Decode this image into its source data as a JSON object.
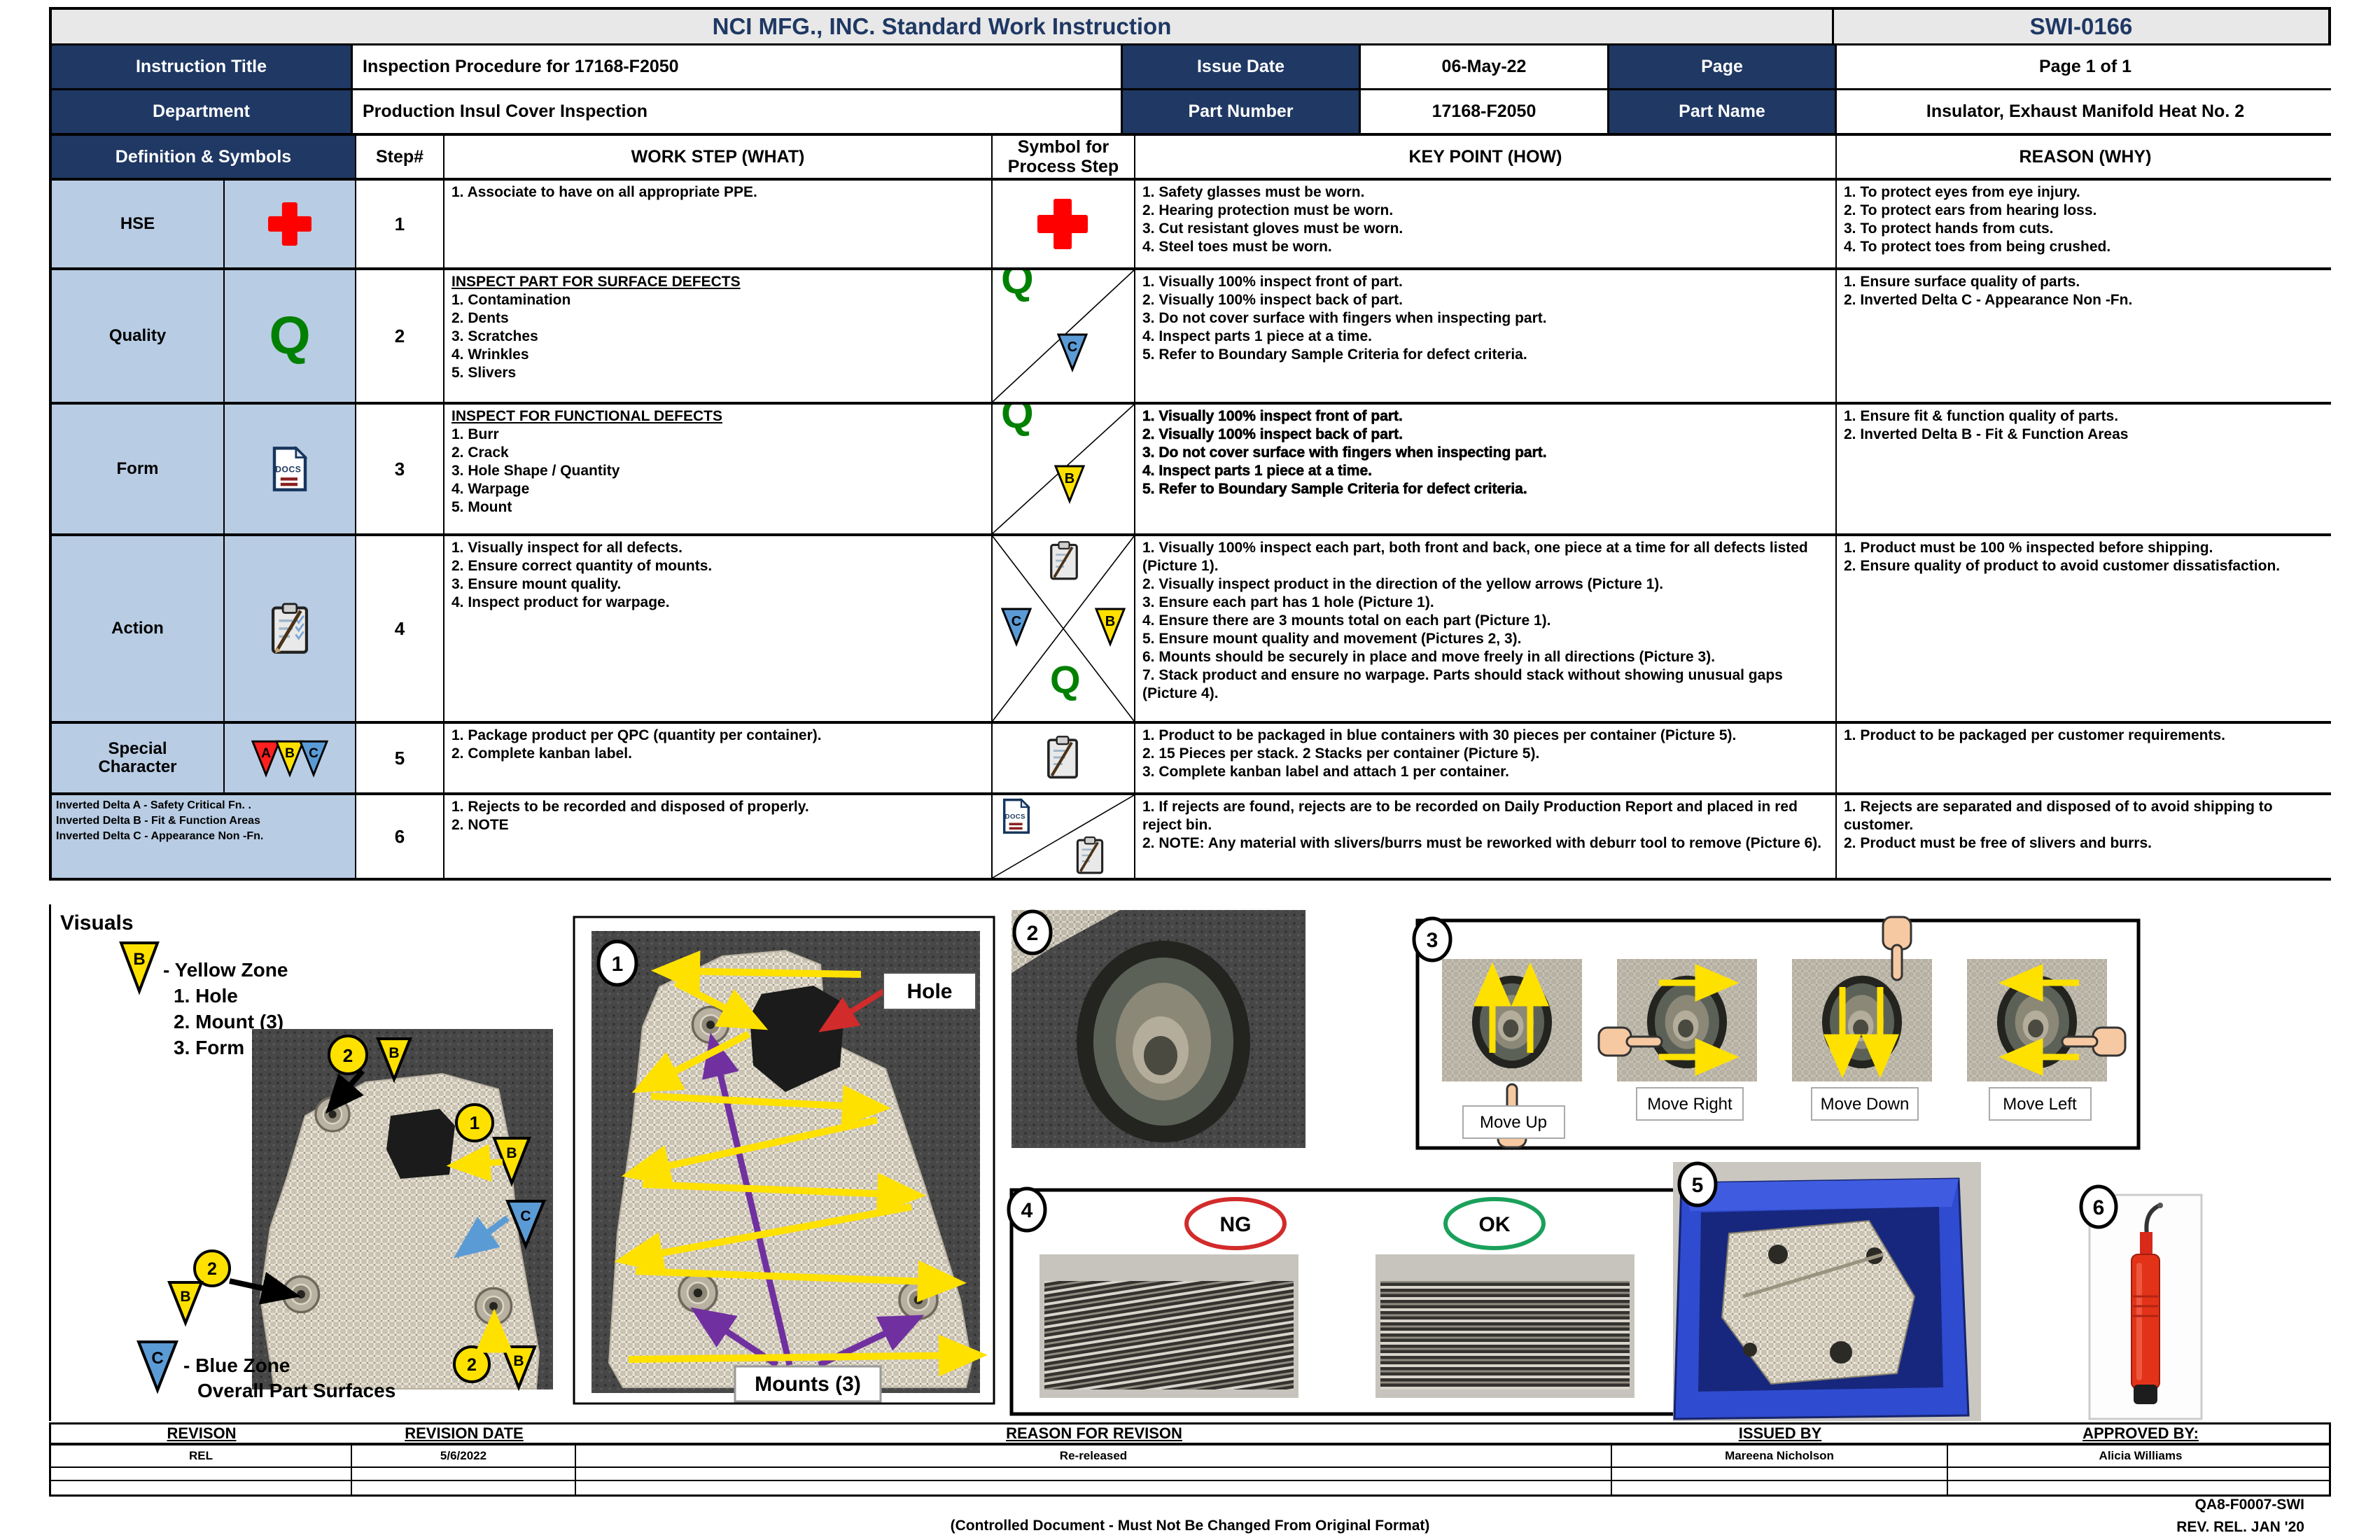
{
  "colors": {
    "navy": "#1F3864",
    "light_blue": "#B8CCE4",
    "red_cross": "#FF0000",
    "q_green": "#008000",
    "delta_yellow": "#FFE100",
    "delta_blue": "#5B9BD5",
    "delta_red": "#FF2020",
    "arrow_purple": "#7030A0",
    "ng_red": "#D22B2B",
    "ok_green": "#1BA05B",
    "container_blue": "#2F4BD0"
  },
  "doc": {
    "title": "NCI MFG., INC. Standard Work Instruction",
    "doc_number": "SWI-0166",
    "instruction_title_label": "Instruction Title",
    "instruction_title": "Inspection Procedure for 17168-F2050",
    "issue_date_label": "Issue Date",
    "issue_date": "06-May-22",
    "page_label": "Page",
    "page": "Page 1 of 1",
    "department_label": "Department",
    "department": "Production Insul Cover Inspection",
    "part_number_label": "Part Number",
    "part_number": "17168-F2050",
    "part_name_label": "Part Name",
    "part_name": "Insulator, Exhaust Manifold Heat No. 2"
  },
  "table": {
    "headers": {
      "definition": "Definition & Symbols",
      "step": "Step#",
      "work": "WORK STEP (WHAT)",
      "symbol_line1": "Symbol for",
      "symbol_line2": "Process Step",
      "key": "KEY POINT (HOW)",
      "reason": "REASON (WHY)"
    },
    "rows": [
      {
        "category": "HSE",
        "step": "1",
        "work_items": [
          "1. Associate to have on all appropriate PPE."
        ],
        "key_points": [
          "1. Safety glasses must be worn.",
          "2. Hearing protection must be worn.",
          "3. Cut resistant gloves must be worn.",
          "4. Steel toes must be worn."
        ],
        "reasons": [
          "1. To protect eyes from eye injury.",
          "2. To protect ears from hearing loss.",
          "3. To protect hands from cuts.",
          "4. To protect toes from being crushed."
        ]
      },
      {
        "category": "Quality",
        "step": "2",
        "work_title": "INSPECT PART FOR SURFACE DEFECTS",
        "work_items": [
          "1. Contamination",
          "2. Dents",
          "3. Scratches",
          "4. Wrinkles",
          "5. Slivers"
        ],
        "key_points": [
          "1. Visually 100% inspect front of part.",
          "2. Visually 100% inspect back of part.",
          "3. Do not cover surface with fingers when inspecting part.",
          "4. Inspect parts 1 piece at a time.",
          "5. Refer to Boundary Sample Criteria for defect criteria."
        ],
        "reasons": [
          "1. Ensure surface quality of parts.",
          "2. Inverted Delta C - Appearance Non -Fn."
        ]
      },
      {
        "category": "Form",
        "step": "3",
        "work_title": "INSPECT FOR FUNCTIONAL DEFECTS",
        "work_items": [
          "1. Burr",
          "2. Crack",
          "3. Hole Shape / Quantity",
          "4. Warpage",
          "5. Mount"
        ],
        "key_points": [
          "1. Visually 100% inspect front of part.",
          "2. Visually 100% inspect back of part.",
          "3. Do not cover surface with fingers when inspecting part.",
          "4. Inspect parts 1 piece at a time.",
          "5. Refer to Boundary Sample Criteria for defect criteria."
        ],
        "reasons": [
          "1. Ensure fit & function quality of parts.",
          "2. Inverted Delta B - Fit & Function Areas"
        ]
      },
      {
        "category": "Action",
        "step": "4",
        "work_items": [
          "1. Visually inspect for all defects.",
          "2. Ensure correct quantity of mounts.",
          "3. Ensure mount quality.",
          "4. Inspect product for warpage."
        ],
        "key_points": [
          "1. Visually 100% inspect each part, both front and back, one piece at a time for all defects listed (Picture 1).",
          "2. Visually inspect product in the direction of the yellow arrows (Picture 1).",
          "3. Ensure each part has 1 hole (Picture 1).",
          "4. Ensure there are 3 mounts total on each part (Picture 1).",
          "5. Ensure mount quality and movement (Pictures 2, 3).",
          "6. Mounts should be securely in place and move freely in all directions (Picture 3).",
          "7. Stack product and ensure no warpage. Parts should stack without showing unusual gaps (Picture 4)."
        ],
        "reasons": [
          "1. Product must be 100 % inspected before shipping.",
          "2. Ensure quality of product to avoid customer dissatisfaction."
        ]
      },
      {
        "category": "Special Character",
        "step": "5",
        "work_items": [
          "1. Package product per QPC (quantity per container).",
          "2. Complete kanban label."
        ],
        "key_points": [
          "1. Product to be packaged in blue containers with 30 pieces per container (Picture 5).",
          "2. 15 Pieces per stack. 2 Stacks per container (Picture 5).",
          "3. Complete kanban label and attach 1 per container."
        ],
        "reasons": [
          "1. Product to be packaged per customer requirements."
        ]
      },
      {
        "category": "",
        "step": "6",
        "work_items": [
          "1. Rejects to be recorded and disposed of properly.",
          "2. NOTE"
        ],
        "key_points": [
          "1. If rejects are found, rejects are to be recorded on Daily Production Report and placed in red reject bin.",
          "2. NOTE: Any material with slivers/burrs must be reworked with deburr tool to remove (Picture 6)."
        ],
        "reasons": [
          "1. Rejects are separated and disposed of to avoid shipping to customer.",
          "2. Product must be free of slivers and burrs."
        ]
      }
    ],
    "definition_legend": [
      "Inverted Delta A - Safety Critical Fn. .",
      "Inverted Delta B - Fit & Function Areas",
      "Inverted Delta C - Appearance Non -Fn."
    ]
  },
  "symbols": {
    "q": "Q",
    "a": "A",
    "b": "B",
    "c": "C",
    "docs": "DOCS"
  },
  "visuals": {
    "title": "Visuals",
    "yellow_zone": {
      "lines": [
        "- Yellow Zone",
        "1. Hole",
        "2. Mount (3)",
        "3. Form"
      ]
    },
    "blue_zone": {
      "lines": [
        "- Blue Zone",
        "Overall Part Surfaces"
      ]
    },
    "pictures": {
      "n1": "1",
      "n2": "2",
      "n3": "3",
      "n4": "4",
      "n5": "5",
      "n6": "6"
    },
    "callouts": {
      "one": "1",
      "two": "2"
    },
    "p1": {
      "hole_label": "Hole",
      "mounts_label": "Mounts (3)"
    },
    "p3": {
      "move_labels": [
        "Move Up",
        "Move Right",
        "Move Down",
        "Move Left"
      ]
    },
    "p4": {
      "ng": "NG",
      "ok": "OK"
    }
  },
  "footer": {
    "headers": [
      "REVISON",
      "REVISION DATE",
      "REASON FOR REVISON",
      "ISSUED BY",
      "APPROVED BY:"
    ],
    "row1": [
      "REL",
      "5/6/2022",
      "Re-released",
      "Mareena Nicholson",
      "Alicia Williams"
    ],
    "controlled": "(Controlled Document - Must Not Be Changed From Original Format)",
    "form_number": "QA8-F0007-SWI",
    "rev": "REV. REL. JAN '20"
  }
}
